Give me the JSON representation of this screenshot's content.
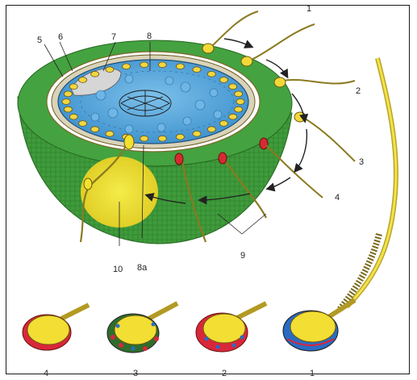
{
  "labels": {
    "l1": "1",
    "l2": "2",
    "l3": "3",
    "l4": "4",
    "l5": "5",
    "l6": "6",
    "l7": "7",
    "l8": "8",
    "l8a": "8a",
    "l9": "9",
    "l10": "10"
  },
  "stages": {
    "s4": "4",
    "s3": "3",
    "s2": "2",
    "s1": "1"
  },
  "colors": {
    "cytoplasm": "#3e9a3a",
    "cytoplasm_dark": "#2f7d2c",
    "nucleoplasm": "#58a9dc",
    "yolk": "#f4e232",
    "acrosome_red": "#d8273a",
    "granule_blue": "#2a6bc4"
  }
}
